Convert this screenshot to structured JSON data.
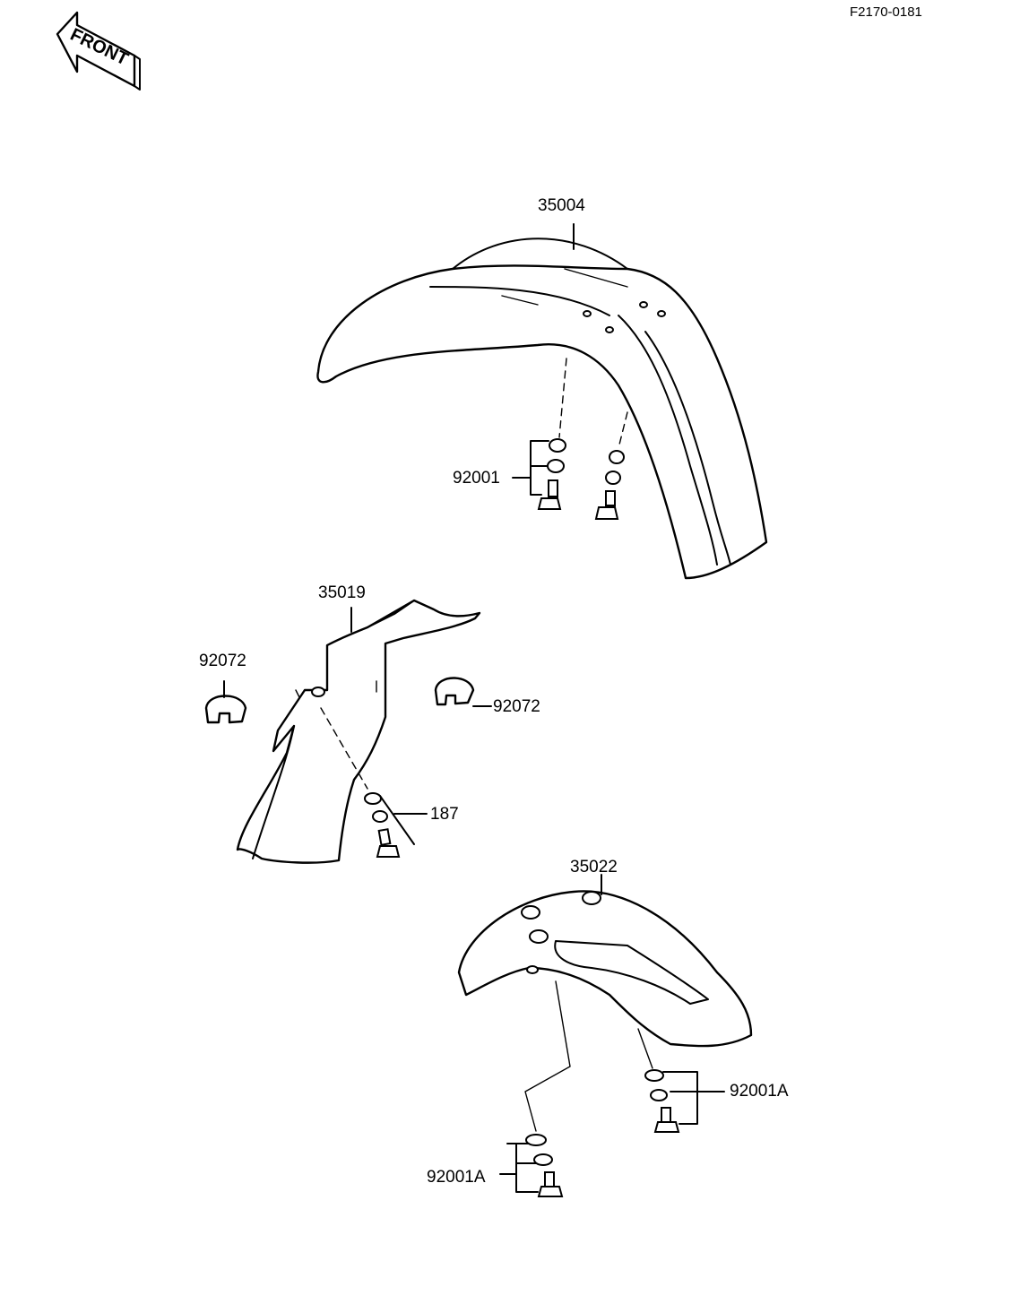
{
  "diagram_code": "F2170-0181",
  "front_badge": {
    "text": "FRONT",
    "icon": "front-arrow-icon"
  },
  "callouts": {
    "front_fender": "35004",
    "front_fender_bolts": "92001",
    "rear_inner_fender": "35019",
    "clamp_left": "92072",
    "clamp_right": "92072",
    "inner_fender_bolt": "187",
    "rear_fender": "35022",
    "rear_fender_bolts_right": "92001A",
    "rear_fender_bolts_left": "92001A"
  },
  "colors": {
    "line": "#000000",
    "background": "#ffffff"
  }
}
